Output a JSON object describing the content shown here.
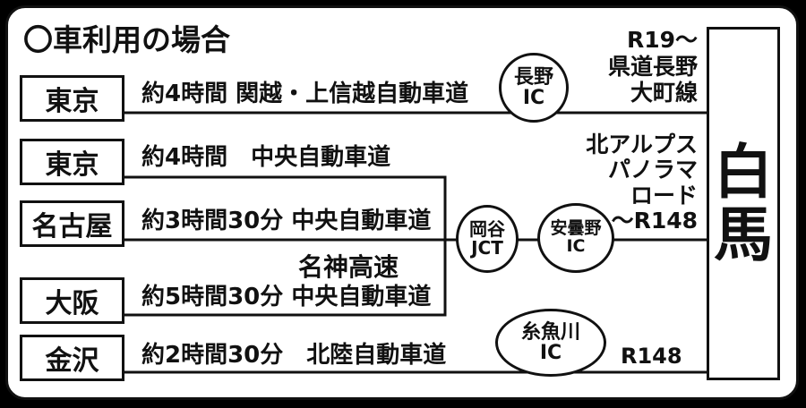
{
  "header": {
    "title": "〇車利用の場合"
  },
  "origins": [
    "東京",
    "東京",
    "名古屋",
    "大阪",
    "金沢"
  ],
  "routes": [
    "約4時間 関越・上信越自動車道",
    "約4時間　中央自動車道",
    "約3時間30分 中央自動車道",
    "約5時間30分 中央自動車道",
    "約2時間30分　北陸自動車道"
  ],
  "meishin_label": "名神高速",
  "nodes": {
    "nagano_ic": [
      "長野",
      "IC"
    ],
    "okaya_jct": [
      "岡谷",
      "JCT"
    ],
    "azumino_ic": [
      "安曇野",
      "IC"
    ],
    "itoigawa_ic": [
      "糸魚川",
      "IC"
    ]
  },
  "right_labels": {
    "r19": [
      "R19～",
      "県道長野",
      "大町線"
    ],
    "alps": [
      "北アルプス",
      "パノラマ",
      "ロード",
      "～R148"
    ],
    "r148": "R148"
  },
  "destination": [
    "白",
    "馬"
  ],
  "colors": {
    "line": "#111111",
    "background": "#000000",
    "panel": "#ffffff"
  }
}
